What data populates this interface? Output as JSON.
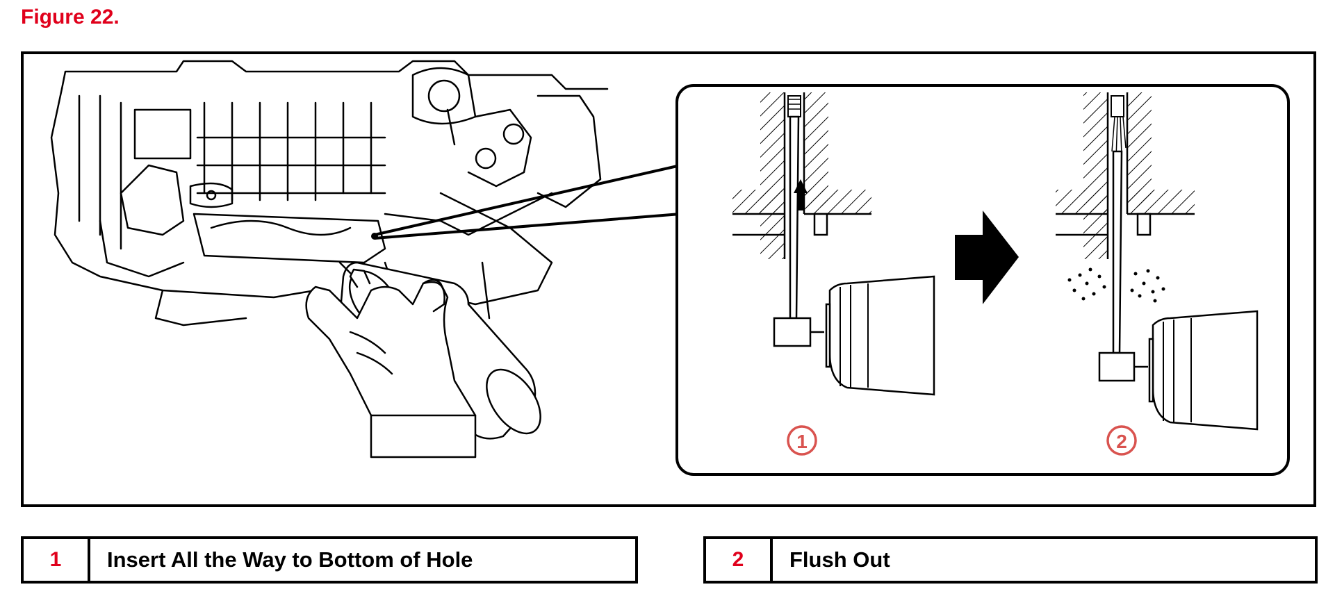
{
  "figure": {
    "title": "Figure 22."
  },
  "callouts": [
    {
      "number": "1"
    },
    {
      "number": "2"
    }
  ],
  "legend": [
    {
      "number": "1",
      "text": "Insert All the Way to Bottom of Hole"
    },
    {
      "number": "2",
      "text": "Flush Out"
    }
  ],
  "colors": {
    "accent_red": "#e0001b",
    "callout_circle": "#d9534f",
    "line": "#000000"
  }
}
